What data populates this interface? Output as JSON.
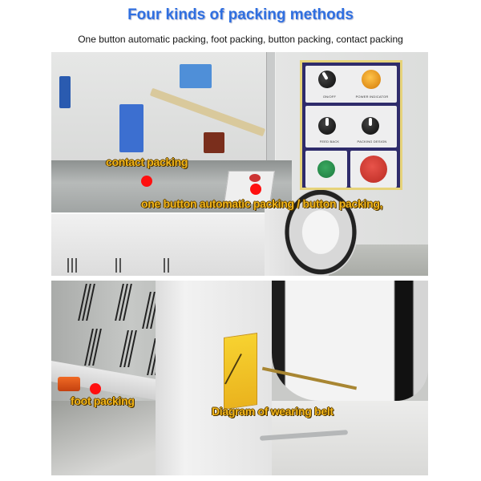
{
  "header": {
    "title": "Four kinds of packing methods",
    "subtitle": "One button automatic packing, foot packing, button packing, contact packing"
  },
  "colors": {
    "title": "#2f6fe0",
    "callout_text": "#f2b51a",
    "marker_dot": "#ff0f0f",
    "panel_frame": "#2e2b6b",
    "panel_border": "#e6d37a"
  },
  "photo1": {
    "callouts": [
      {
        "id": "contact",
        "label": "contact packing"
      },
      {
        "id": "one-button",
        "label": "one button automatic packing / button packing,"
      }
    ],
    "control_panel": {
      "switch_label": "ON/OFF",
      "indicator_label": "POWER INDICATOR",
      "knob1_label": "FEED BACK",
      "knob2_label": "PACKING DESIGN"
    }
  },
  "photo2": {
    "callouts": [
      {
        "id": "foot",
        "label": "foot packing"
      },
      {
        "id": "belt",
        "label": "Diagram of wearing belt"
      }
    ]
  }
}
